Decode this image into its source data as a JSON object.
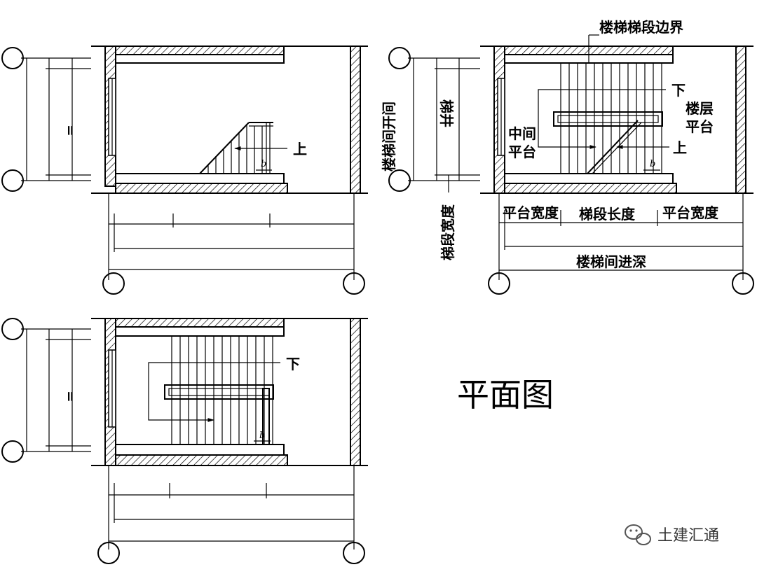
{
  "labels": {
    "flight_boundary": "楼梯梯段边界",
    "down": "下",
    "up": "上",
    "stair_well": "梯井",
    "middle_landing": "中间平台",
    "floor_landing": "楼层平台",
    "stair_width_open": "楼梯间开间",
    "flight_width": "梯段宽度",
    "landing_width_left": "平台宽度",
    "flight_length": "梯段长度",
    "landing_width_right": "平台宽度",
    "stair_depth": "楼梯间进深",
    "tread": "b",
    "equal": "="
  },
  "title": "平面图",
  "watermark": "土建汇通",
  "icons": {
    "watermark": "wechat-icon",
    "axis": "axis-circle"
  }
}
